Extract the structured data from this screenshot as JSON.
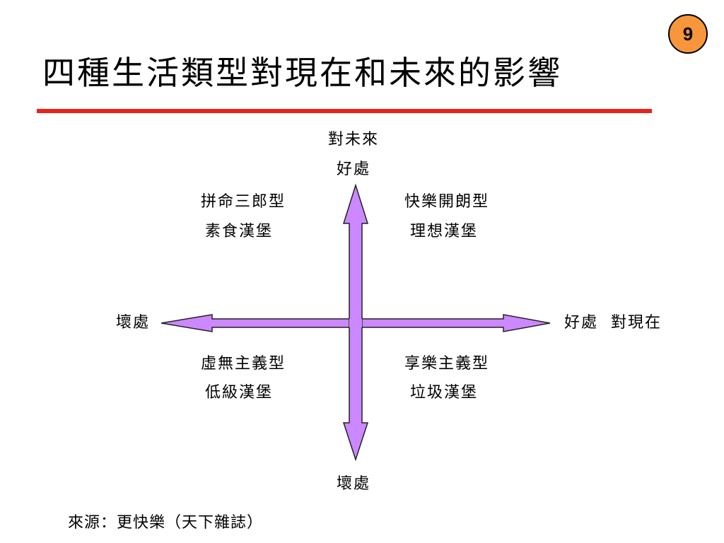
{
  "slide": {
    "page_number": "9",
    "title": "四種生活類型對現在和未來的影響",
    "source": "來源：更快樂（天下雜誌）"
  },
  "axes": {
    "top_line1": "對未來",
    "top_line2": "好處",
    "bottom": "壞處",
    "left": "壞處",
    "right": "好處  對現在"
  },
  "quadrants": {
    "top_left": {
      "type": "拼命三郎型",
      "burger": "素食漢堡"
    },
    "top_right": {
      "type": "快樂開朗型",
      "burger": "理想漢堡"
    },
    "bottom_left": {
      "type": "虛無主義型",
      "burger": "低級漢堡"
    },
    "bottom_right": {
      "type": "享樂主義型",
      "burger": "垃圾漢堡"
    }
  },
  "colors": {
    "accent_rule": "#e8231c",
    "page_badge": "#f7963b",
    "arrow_fill": "#cc88ff",
    "arrow_stroke": "#222222"
  }
}
